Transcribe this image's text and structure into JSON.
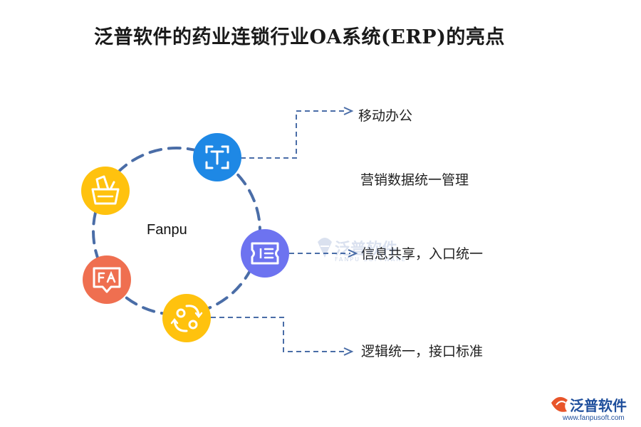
{
  "title": "泛普软件的药业连锁行业OA系统(ERP)的亮点",
  "center_label": "Fanpu",
  "items": [
    {
      "label": "移动办公"
    },
    {
      "label": "营销数据统一管理"
    },
    {
      "label": "信息共享，入口统一"
    },
    {
      "label": "逻辑统一，接口标准"
    }
  ],
  "icons": [
    {
      "name": "text-frame-icon",
      "color": "#1e88e5"
    },
    {
      "name": "list-ticket-icon",
      "color": "#6d73f0"
    },
    {
      "name": "swap-arrows-icon",
      "color": "#ffc20e"
    },
    {
      "name": "chat-fa-icon",
      "color": "#ef6f50"
    },
    {
      "name": "basket-icon",
      "color": "#ffc20e"
    }
  ],
  "colors": {
    "ring": "#4a6da7",
    "connector": "#4a6da7",
    "brand": "#1f4f9c"
  },
  "watermark": {
    "text": "泛普软件",
    "sub": "FANPU SOFTWARE"
  },
  "logo": {
    "text": "泛普软件",
    "url": "www.fanpusoft.com"
  }
}
